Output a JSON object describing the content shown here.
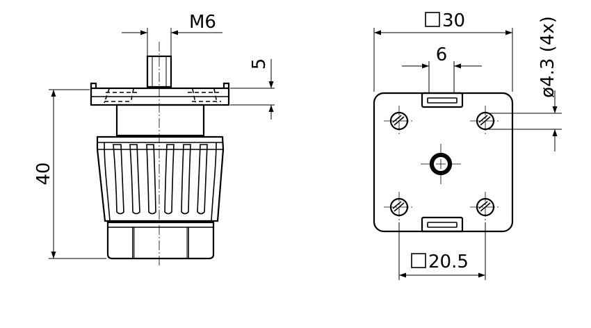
{
  "labels": {
    "thread": "M6",
    "shaft_height": "5",
    "total_height": "40",
    "plate_size": "30",
    "slot_width": "6",
    "hole_spec": "ø4.3 (4x)",
    "mount_size": "20.5"
  }
}
